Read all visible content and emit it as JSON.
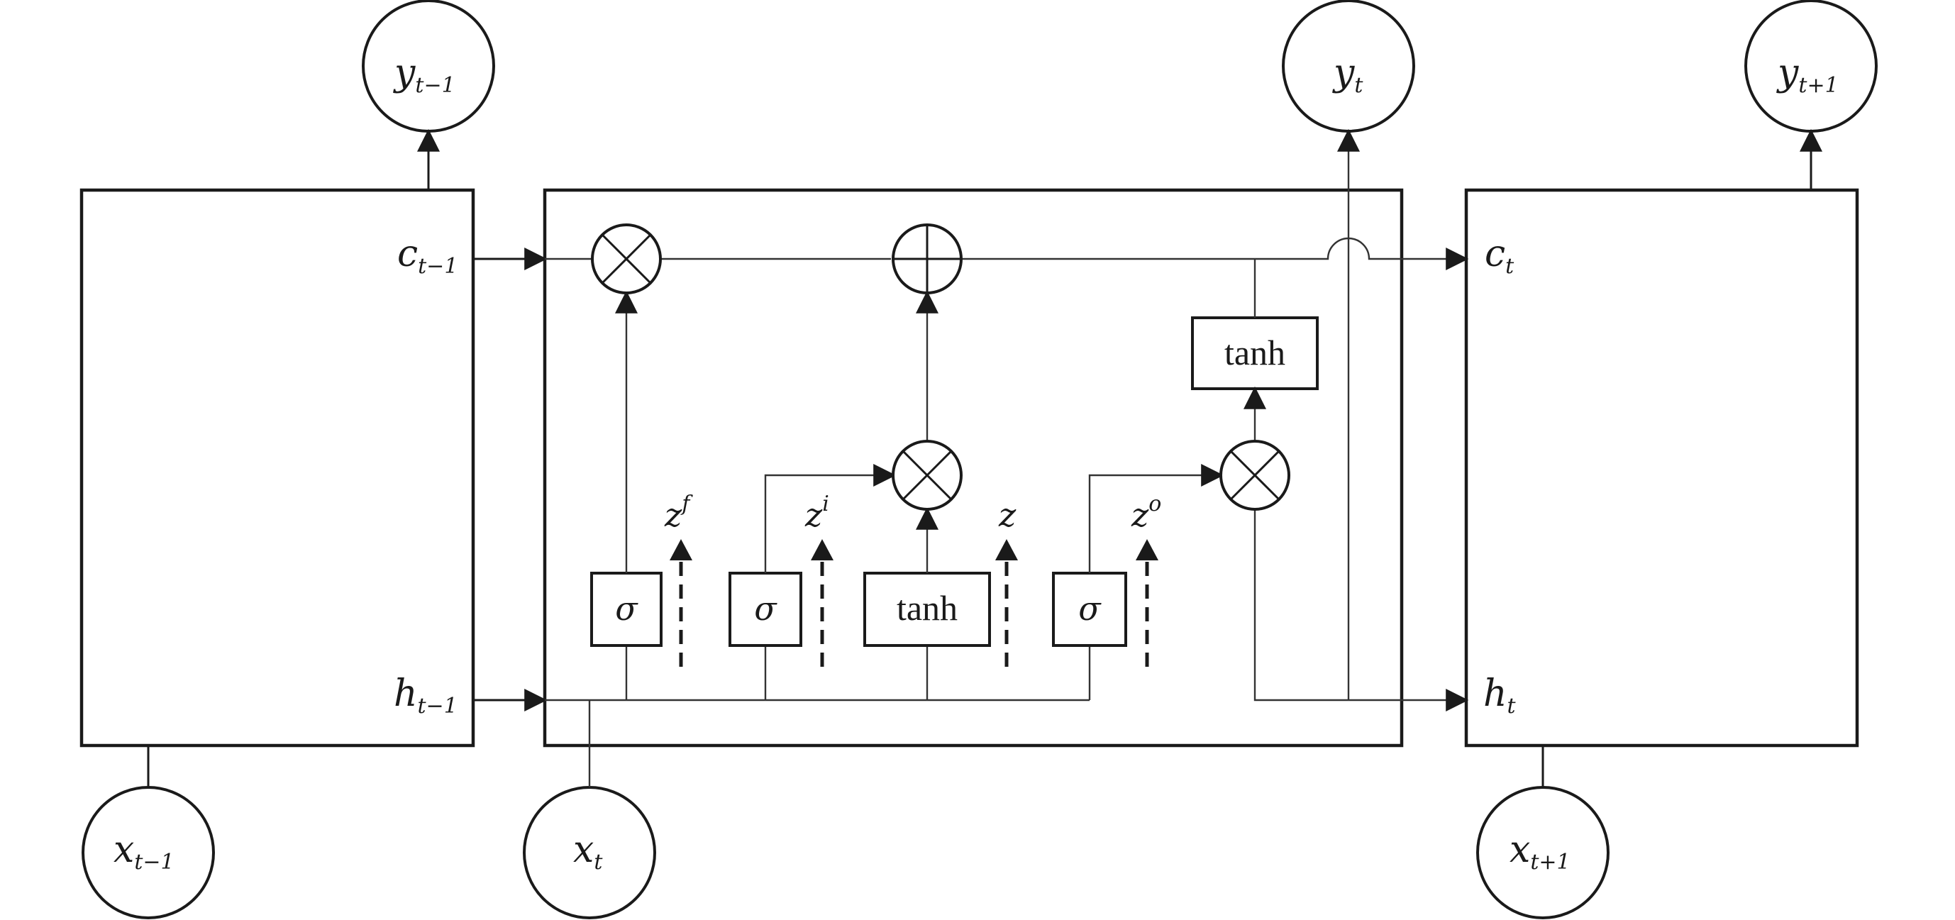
{
  "colors": {
    "stroke": "#1a1a1a",
    "background": "#ffffff"
  },
  "nodes": {
    "y_prev": {
      "base": "y",
      "sub": "t−1"
    },
    "y_curr": {
      "base": "y",
      "sub": "t"
    },
    "y_next": {
      "base": "y",
      "sub": "t+1"
    },
    "x_prev": {
      "base": "x",
      "sub": "t−1"
    },
    "x_curr": {
      "base": "x",
      "sub": "t"
    },
    "x_next": {
      "base": "x",
      "sub": "t+1"
    }
  },
  "states": {
    "c_prev": {
      "base": "c",
      "sub": "t−1"
    },
    "h_prev": {
      "base": "h",
      "sub": "t−1"
    },
    "c_curr": {
      "base": "c",
      "sub": "t"
    },
    "h_curr": {
      "base": "h",
      "sub": "t"
    }
  },
  "gates": {
    "forget_sigma": "σ",
    "input_sigma": "σ",
    "candidate_tanh": "tanh",
    "output_sigma": "σ",
    "cell_tanh": "tanh"
  },
  "signals": {
    "zf": {
      "base": "z",
      "sup": "f"
    },
    "zi": {
      "base": "z",
      "sup": "i"
    },
    "z": {
      "base": "z"
    },
    "zo": {
      "base": "z",
      "sup": "o"
    }
  },
  "operators": {
    "multiply_icon": "circle-times-icon",
    "add_icon": "circle-plus-icon"
  }
}
